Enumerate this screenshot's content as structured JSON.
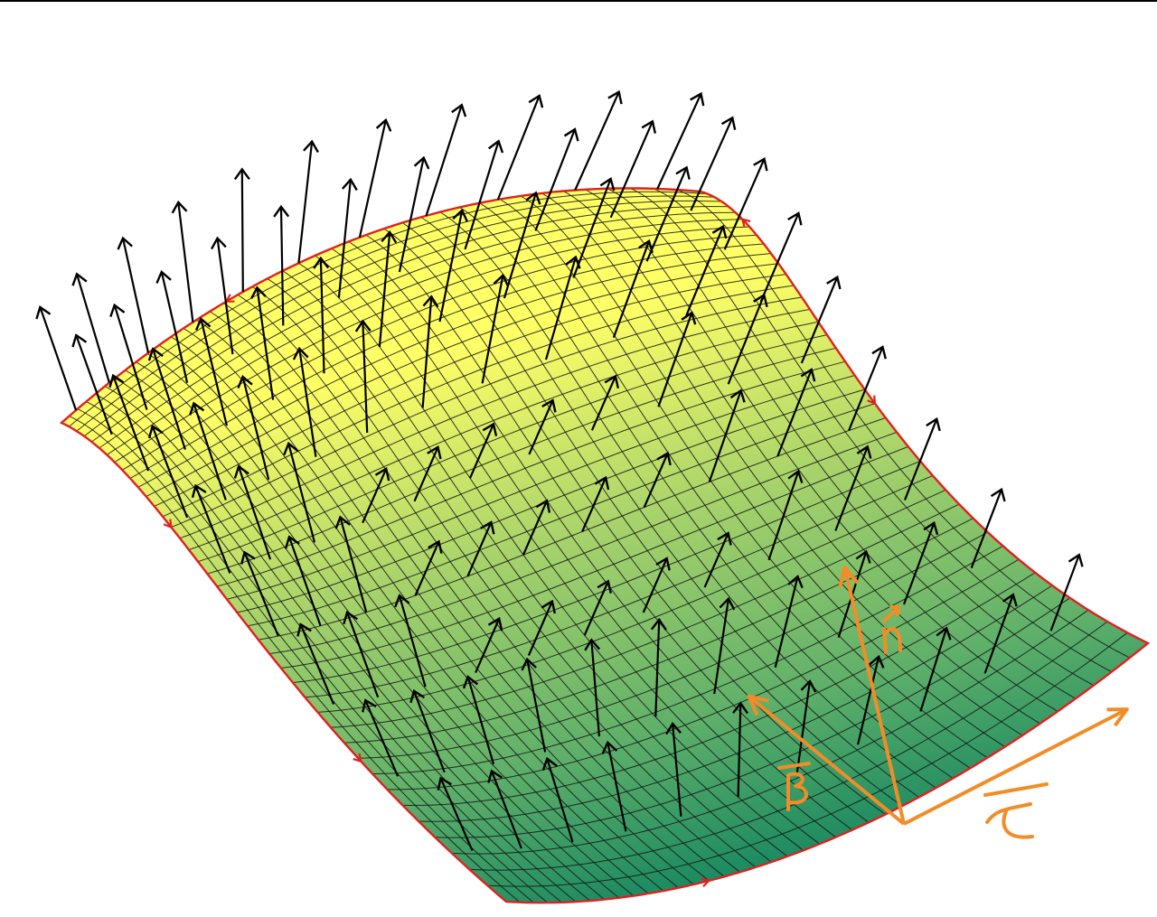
{
  "diagram": {
    "surface": {
      "grid_rows": 40,
      "grid_cols": 40,
      "colormap": [
        "#ffff66",
        "#a8d36b",
        "#5fb06a",
        "#138560"
      ],
      "mesh_color": "#141414",
      "boundary_color": "#e02020"
    },
    "normals": {
      "color": "#000000",
      "count_per_row": 11,
      "rows": 9
    },
    "frame_vectors": [
      {
        "id": "n",
        "label": "n̄",
        "color": "#f28c28"
      },
      {
        "id": "b",
        "label": "β̄",
        "color": "#f28c28"
      },
      {
        "id": "tau",
        "label": "τ̄",
        "color": "#f28c28"
      }
    ],
    "top_rule_color": "#000000"
  }
}
